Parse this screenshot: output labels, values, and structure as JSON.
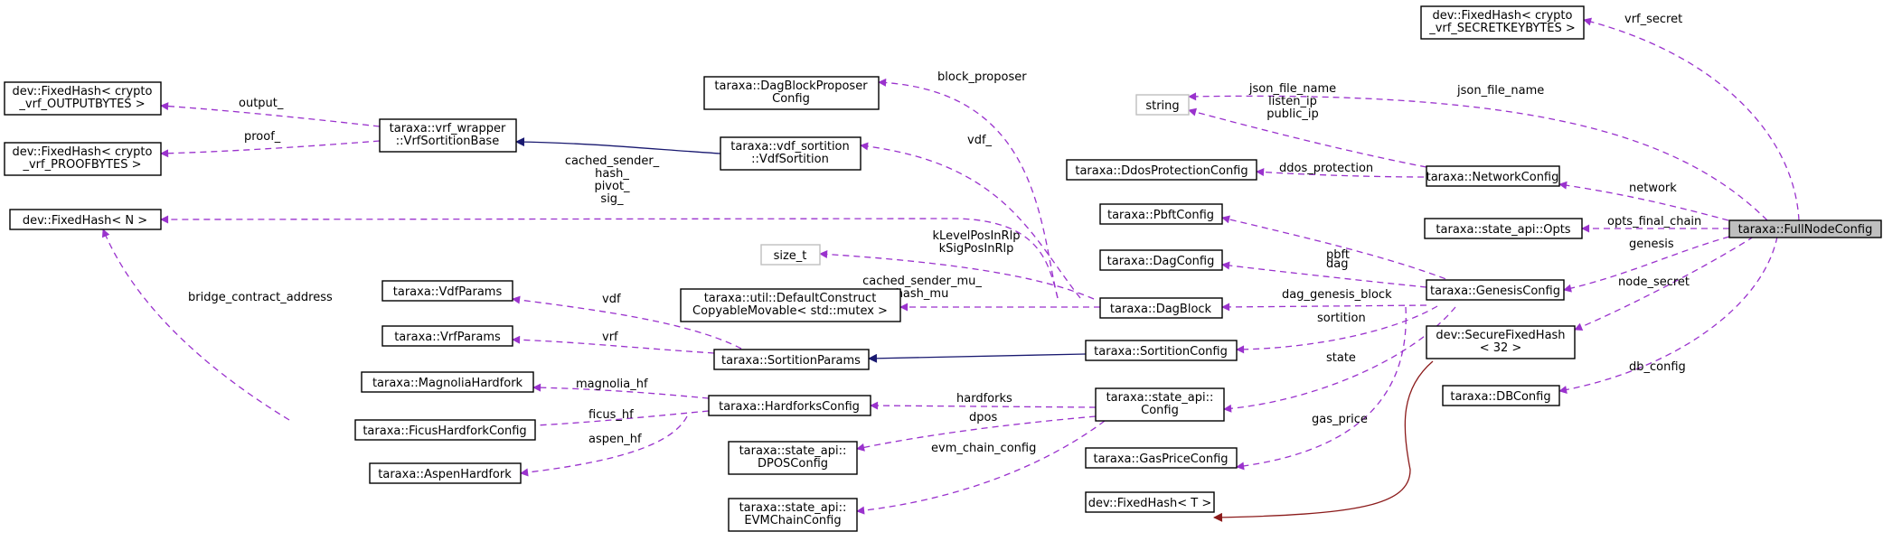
{
  "nodes": {
    "full_node_config": [
      "taraxa::FullNodeConfig"
    ],
    "vrf_secret_hash": [
      "dev::FixedHash< crypto",
      "_vrf_SECRETKEYBYTES >"
    ],
    "string": [
      "string"
    ],
    "network_config": [
      "taraxa::NetworkConfig"
    ],
    "ddos_config": [
      "taraxa::DdosProtectionConfig"
    ],
    "opts": [
      "taraxa::state_api::Opts"
    ],
    "genesis_config": [
      "taraxa::GenesisConfig"
    ],
    "secure_fixed_hash": [
      "dev::SecureFixedHash",
      "< 32 >"
    ],
    "db_config": [
      "taraxa::DBConfig"
    ],
    "fixed_hash_t": [
      "dev::FixedHash< T >"
    ],
    "pbft_config": [
      "taraxa::PbftConfig"
    ],
    "dag_config": [
      "taraxa::DagConfig"
    ],
    "dag_block": [
      "taraxa::DagBlock"
    ],
    "sortition_config": [
      "taraxa::SortitionConfig"
    ],
    "state_config": [
      "taraxa::state_api::",
      "Config"
    ],
    "gas_price_config": [
      "taraxa::GasPriceConfig"
    ],
    "dag_block_proposer": [
      "taraxa::DagBlockProposer",
      "Config"
    ],
    "vdf_sortition": [
      "taraxa::vdf_sortition",
      "::VdfSortition"
    ],
    "size_t": [
      "size_t"
    ],
    "default_construct": [
      "taraxa::util::DefaultConstruct",
      "CopyableMovable< std::mutex >"
    ],
    "sortition_params": [
      "taraxa::SortitionParams"
    ],
    "hardforks_config": [
      "taraxa::HardforksConfig"
    ],
    "dpos_config": [
      "taraxa::state_api::",
      "DPOSConfig"
    ],
    "evm_chain_config": [
      "taraxa::state_api::",
      "EVMChainConfig"
    ],
    "vrf_sortition_base": [
      "taraxa::vrf_wrapper",
      "::VrfSortitionBase"
    ],
    "fixed_hash_n": [
      "dev::FixedHash< N >"
    ],
    "vrf_output_hash": [
      "dev::FixedHash< crypto",
      "_vrf_OUTPUTBYTES >"
    ],
    "vrf_proof_hash": [
      "dev::FixedHash< crypto",
      "_vrf_PROOFBYTES >"
    ],
    "vdf_params": [
      "taraxa::VdfParams"
    ],
    "vrf_params": [
      "taraxa::VrfParams"
    ],
    "magnolia_hardfork": [
      "taraxa::MagnoliaHardfork"
    ],
    "ficus_hardfork": [
      "taraxa::FicusHardforkConfig"
    ],
    "aspen_hardfork": [
      "taraxa::AspenHardfork"
    ]
  },
  "edge_labels": {
    "vrf_secret": [
      "vrf_secret"
    ],
    "json_file_name": [
      "json_file_name"
    ],
    "network_string": [
      "json_file_name",
      "listen_ip",
      "public_ip"
    ],
    "ddos_protection": [
      "ddos_protection"
    ],
    "network": [
      "network"
    ],
    "opts_final_chain": [
      "opts_final_chain"
    ],
    "genesis": [
      "genesis"
    ],
    "node_secret": [
      "node_secret"
    ],
    "db_config": [
      "db_config"
    ],
    "pbft": [
      "pbft"
    ],
    "dag": [
      "dag"
    ],
    "dag_genesis_block": [
      "dag_genesis_block"
    ],
    "sortition": [
      "sortition"
    ],
    "state": [
      "state"
    ],
    "gas_price": [
      "gas_price"
    ],
    "block_proposer": [
      "block_proposer"
    ],
    "vdf_": [
      "vdf_"
    ],
    "klevel": [
      "kLevelPosInRlp",
      "kSigPosInRlp"
    ],
    "cached_mu": [
      "cached_sender_mu_",
      "hash_mu"
    ],
    "cached_hash": [
      "cached_sender_",
      "hash_",
      "pivot_",
      "sig_"
    ],
    "hardforks": [
      "hardforks"
    ],
    "dpos": [
      "dpos"
    ],
    "evm_chain_config": [
      "evm_chain_config"
    ],
    "vdf": [
      "vdf"
    ],
    "vrf": [
      "vrf"
    ],
    "output_": [
      "output_"
    ],
    "proof_": [
      "proof_"
    ],
    "bridge_contract_address": [
      "bridge_contract_address"
    ],
    "magnolia_hf": [
      "magnolia_hf"
    ],
    "ficus_hf": [
      "ficus_hf"
    ],
    "aspen_hf": [
      "aspen_hf"
    ]
  },
  "colors": {
    "usage_edge": "#9a32cd",
    "inherit_edge": "#191970",
    "template_edge": "#8b1a1a",
    "root_fill": "#bfbfbf",
    "node_border": "#000000",
    "gray_border": "#bfbfbf"
  }
}
